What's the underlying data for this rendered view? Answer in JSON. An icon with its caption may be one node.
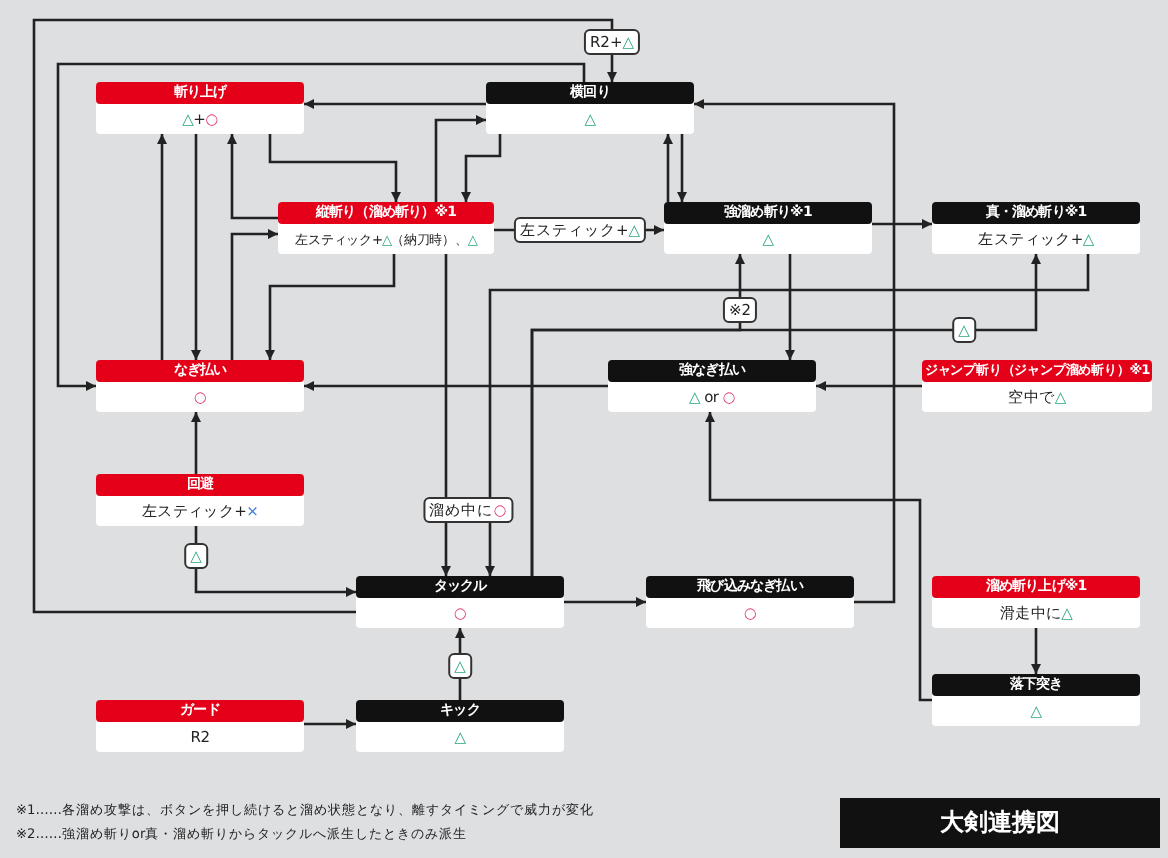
{
  "diagram": {
    "title": "大剣連携図",
    "nodes": [
      {
        "text": [
          "斬り上げ",
          "△+○"
        ]
      },
      {
        "text": [
          "横回り",
          "△"
        ]
      },
      {
        "text": [
          "縦斬り（溜め斬り）※1",
          "左スティック+△（納刀時）、△"
        ]
      },
      {
        "text": [
          "強溜め斬り※1",
          "△"
        ]
      },
      {
        "text": [
          "真・溜め斬り※1",
          "左スティック+△"
        ]
      },
      {
        "text": [
          "なぎ払い",
          "○"
        ]
      },
      {
        "text": [
          "強なぎ払い",
          "△ or ○"
        ]
      },
      {
        "text": [
          "ジャンプ斬り（ジャンプ溜め斬り）※1",
          "空中で△"
        ]
      },
      {
        "text": [
          "回避",
          "左スティック+×"
        ]
      },
      {
        "text": [
          "タックル",
          "○"
        ]
      },
      {
        "text": [
          "飛び込みなぎ払い",
          "○"
        ]
      },
      {
        "text": [
          "溜め斬り上げ※1",
          "滑走中に△"
        ]
      },
      {
        "text": [
          "落下突き",
          "△"
        ]
      },
      {
        "text": [
          "ガード",
          "R2"
        ]
      },
      {
        "text": [
          "キック",
          "△"
        ]
      }
    ],
    "edges": [
      {
        "from": 0,
        "to": 2,
        "arrow": "to"
      },
      {
        "from": 0,
        "to": 5,
        "arrow": "to"
      },
      {
        "from": 1,
        "to": 0,
        "arrow": "to"
      },
      {
        "from": 1,
        "to": 2,
        "arrow": "to"
      },
      {
        "from": 1,
        "to": 3,
        "arrow": "to"
      },
      {
        "from": 1,
        "to": 5,
        "arrow": "to"
      },
      {
        "from": 2,
        "to": 0,
        "arrow": "to"
      },
      {
        "from": 2,
        "to": 1,
        "arrow": "to"
      },
      {
        "from": 2,
        "to": 3,
        "arrow": "to",
        "label": "左スティック+△"
      },
      {
        "from": 2,
        "to": 5,
        "arrow": "to"
      },
      {
        "from": 2,
        "to": 9,
        "arrow": "to",
        "label": "溜め中に○"
      },
      {
        "from": 3,
        "to": 1,
        "arrow": "to"
      },
      {
        "from": 3,
        "to": 4,
        "arrow": "to"
      },
      {
        "from": 3,
        "to": 6,
        "arrow": "to"
      },
      {
        "from": 4,
        "to": 9,
        "arrow": "to"
      },
      {
        "from": 5,
        "to": 0,
        "arrow": "to"
      },
      {
        "from": 5,
        "to": 2,
        "arrow": "to"
      },
      {
        "from": 6,
        "to": 5,
        "arrow": "to"
      },
      {
        "from": 7,
        "to": 6,
        "arrow": "to"
      },
      {
        "from": 8,
        "to": 5,
        "arrow": "to"
      },
      {
        "from": 8,
        "to": 9,
        "arrow": "to",
        "label": "△"
      },
      {
        "from": 9,
        "to": 1,
        "arrow": "to",
        "label": "R2+△"
      },
      {
        "from": 9,
        "to": 3,
        "arrow": "to",
        "label": "※2"
      },
      {
        "from": 9,
        "to": 4,
        "arrow": "to",
        "label": "△"
      },
      {
        "from": 9,
        "to": 10,
        "arrow": "to"
      },
      {
        "from": 10,
        "to": 1,
        "arrow": "to"
      },
      {
        "from": 11,
        "to": 12,
        "arrow": "to"
      },
      {
        "from": 12,
        "to": 6,
        "arrow": "to"
      },
      {
        "from": 13,
        "to": 14,
        "arrow": "to"
      },
      {
        "from": 14,
        "to": 9,
        "arrow": "to",
        "label": "△"
      }
    ],
    "labels": [
      "※1……各溜め攻撃は、ボタンを押し続けると溜め状態となり、離すタイミングで威力が変化",
      "※2……強溜め斬りor真・溜め斬りからタックルへ派生したときのみ派生"
    ]
  }
}
